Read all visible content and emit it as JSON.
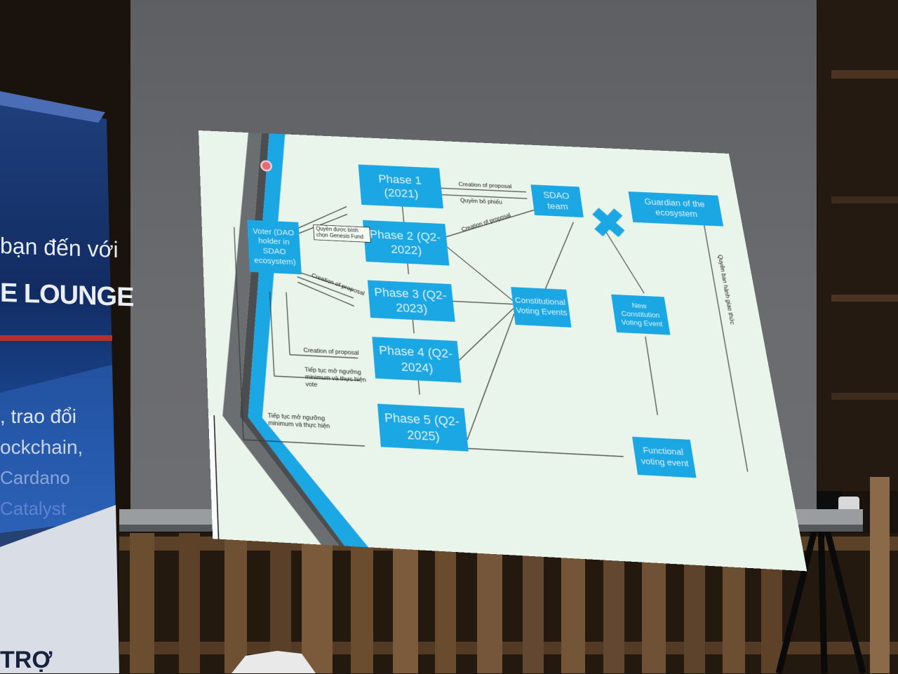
{
  "banner": {
    "greeting": "bạn đến với",
    "lounge": "E LOUNGE",
    "line1": ", trao đổi",
    "line2": "ockchain,",
    "line3": "Cardano",
    "line4": "Catalyst",
    "sponsor": "TRỢ"
  },
  "slide": {
    "boxes": {
      "phase1": "Phase 1 (2021)",
      "phase2": "Phase 2 (Q2-2022)",
      "phase3": "Phase 3 (Q2-2023)",
      "phase4": "Phase 4 (Q2-2024)",
      "phase5": "Phase 5 (Q2-2025)",
      "voter": "Voter (DAO holder in SDAO ecosystem)",
      "sdao_team": "SDAO team",
      "guardian": "Guardian of the ecosystem",
      "constitutional": "Constitutional Voting Events",
      "new_constitution": "New Constitution Voting Event",
      "functional": "Functional voting event"
    },
    "labels": {
      "creation_of_proposal": "Creation of proposal",
      "quyen_bo_phieu": "Quyền bỏ phiếu",
      "creation_of_proposal_2": "Creation of proposal",
      "creation_of_proposal_3": "Creation of proposal",
      "creation_of_proposal_4": "Creation of proposal",
      "tiep_tuc_nguong_4": "Tiếp tục mở ngưỡng minimum và thực hiện vote",
      "tiep_tuc_nguong_5": "Tiếp tục mở ngưỡng minimum và thực hiện",
      "quyen_ban_hanh": "Quyền ban hành giao thức",
      "note_box": "Quyền được bình chọn Genesis Fund"
    }
  }
}
